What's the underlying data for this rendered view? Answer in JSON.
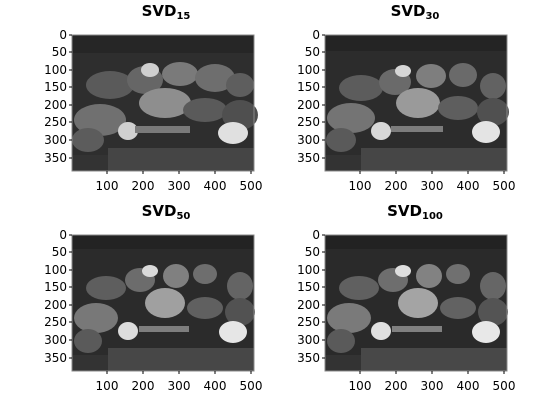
{
  "figure": {
    "panels": [
      {
        "title_main": "SVD",
        "title_sub": "15",
        "x_ticks": [
          "100",
          "200",
          "300",
          "400",
          "500"
        ],
        "y_ticks": [
          "0",
          "50",
          "100",
          "150",
          "200",
          "250",
          "300",
          "350"
        ]
      },
      {
        "title_main": "SVD",
        "title_sub": "30",
        "x_ticks": [
          "100",
          "200",
          "300",
          "400",
          "500"
        ],
        "y_ticks": [
          "0",
          "50",
          "100",
          "150",
          "200",
          "250",
          "300",
          "350"
        ]
      },
      {
        "title_main": "SVD",
        "title_sub": "50",
        "x_ticks": [
          "100",
          "200",
          "300",
          "400",
          "500"
        ],
        "y_ticks": [
          "0",
          "50",
          "100",
          "150",
          "200",
          "250",
          "300",
          "350"
        ]
      },
      {
        "title_main": "SVD",
        "title_sub": "100",
        "x_ticks": [
          "100",
          "200",
          "300",
          "400",
          "500"
        ],
        "y_ticks": [
          "0",
          "50",
          "100",
          "150",
          "200",
          "250",
          "300",
          "350"
        ]
      }
    ],
    "colors": {
      "background": "#ffffff",
      "image_dark": "#2a2a2a",
      "image_mid": "#6a6a6a",
      "image_light": "#d8d8d8"
    }
  }
}
